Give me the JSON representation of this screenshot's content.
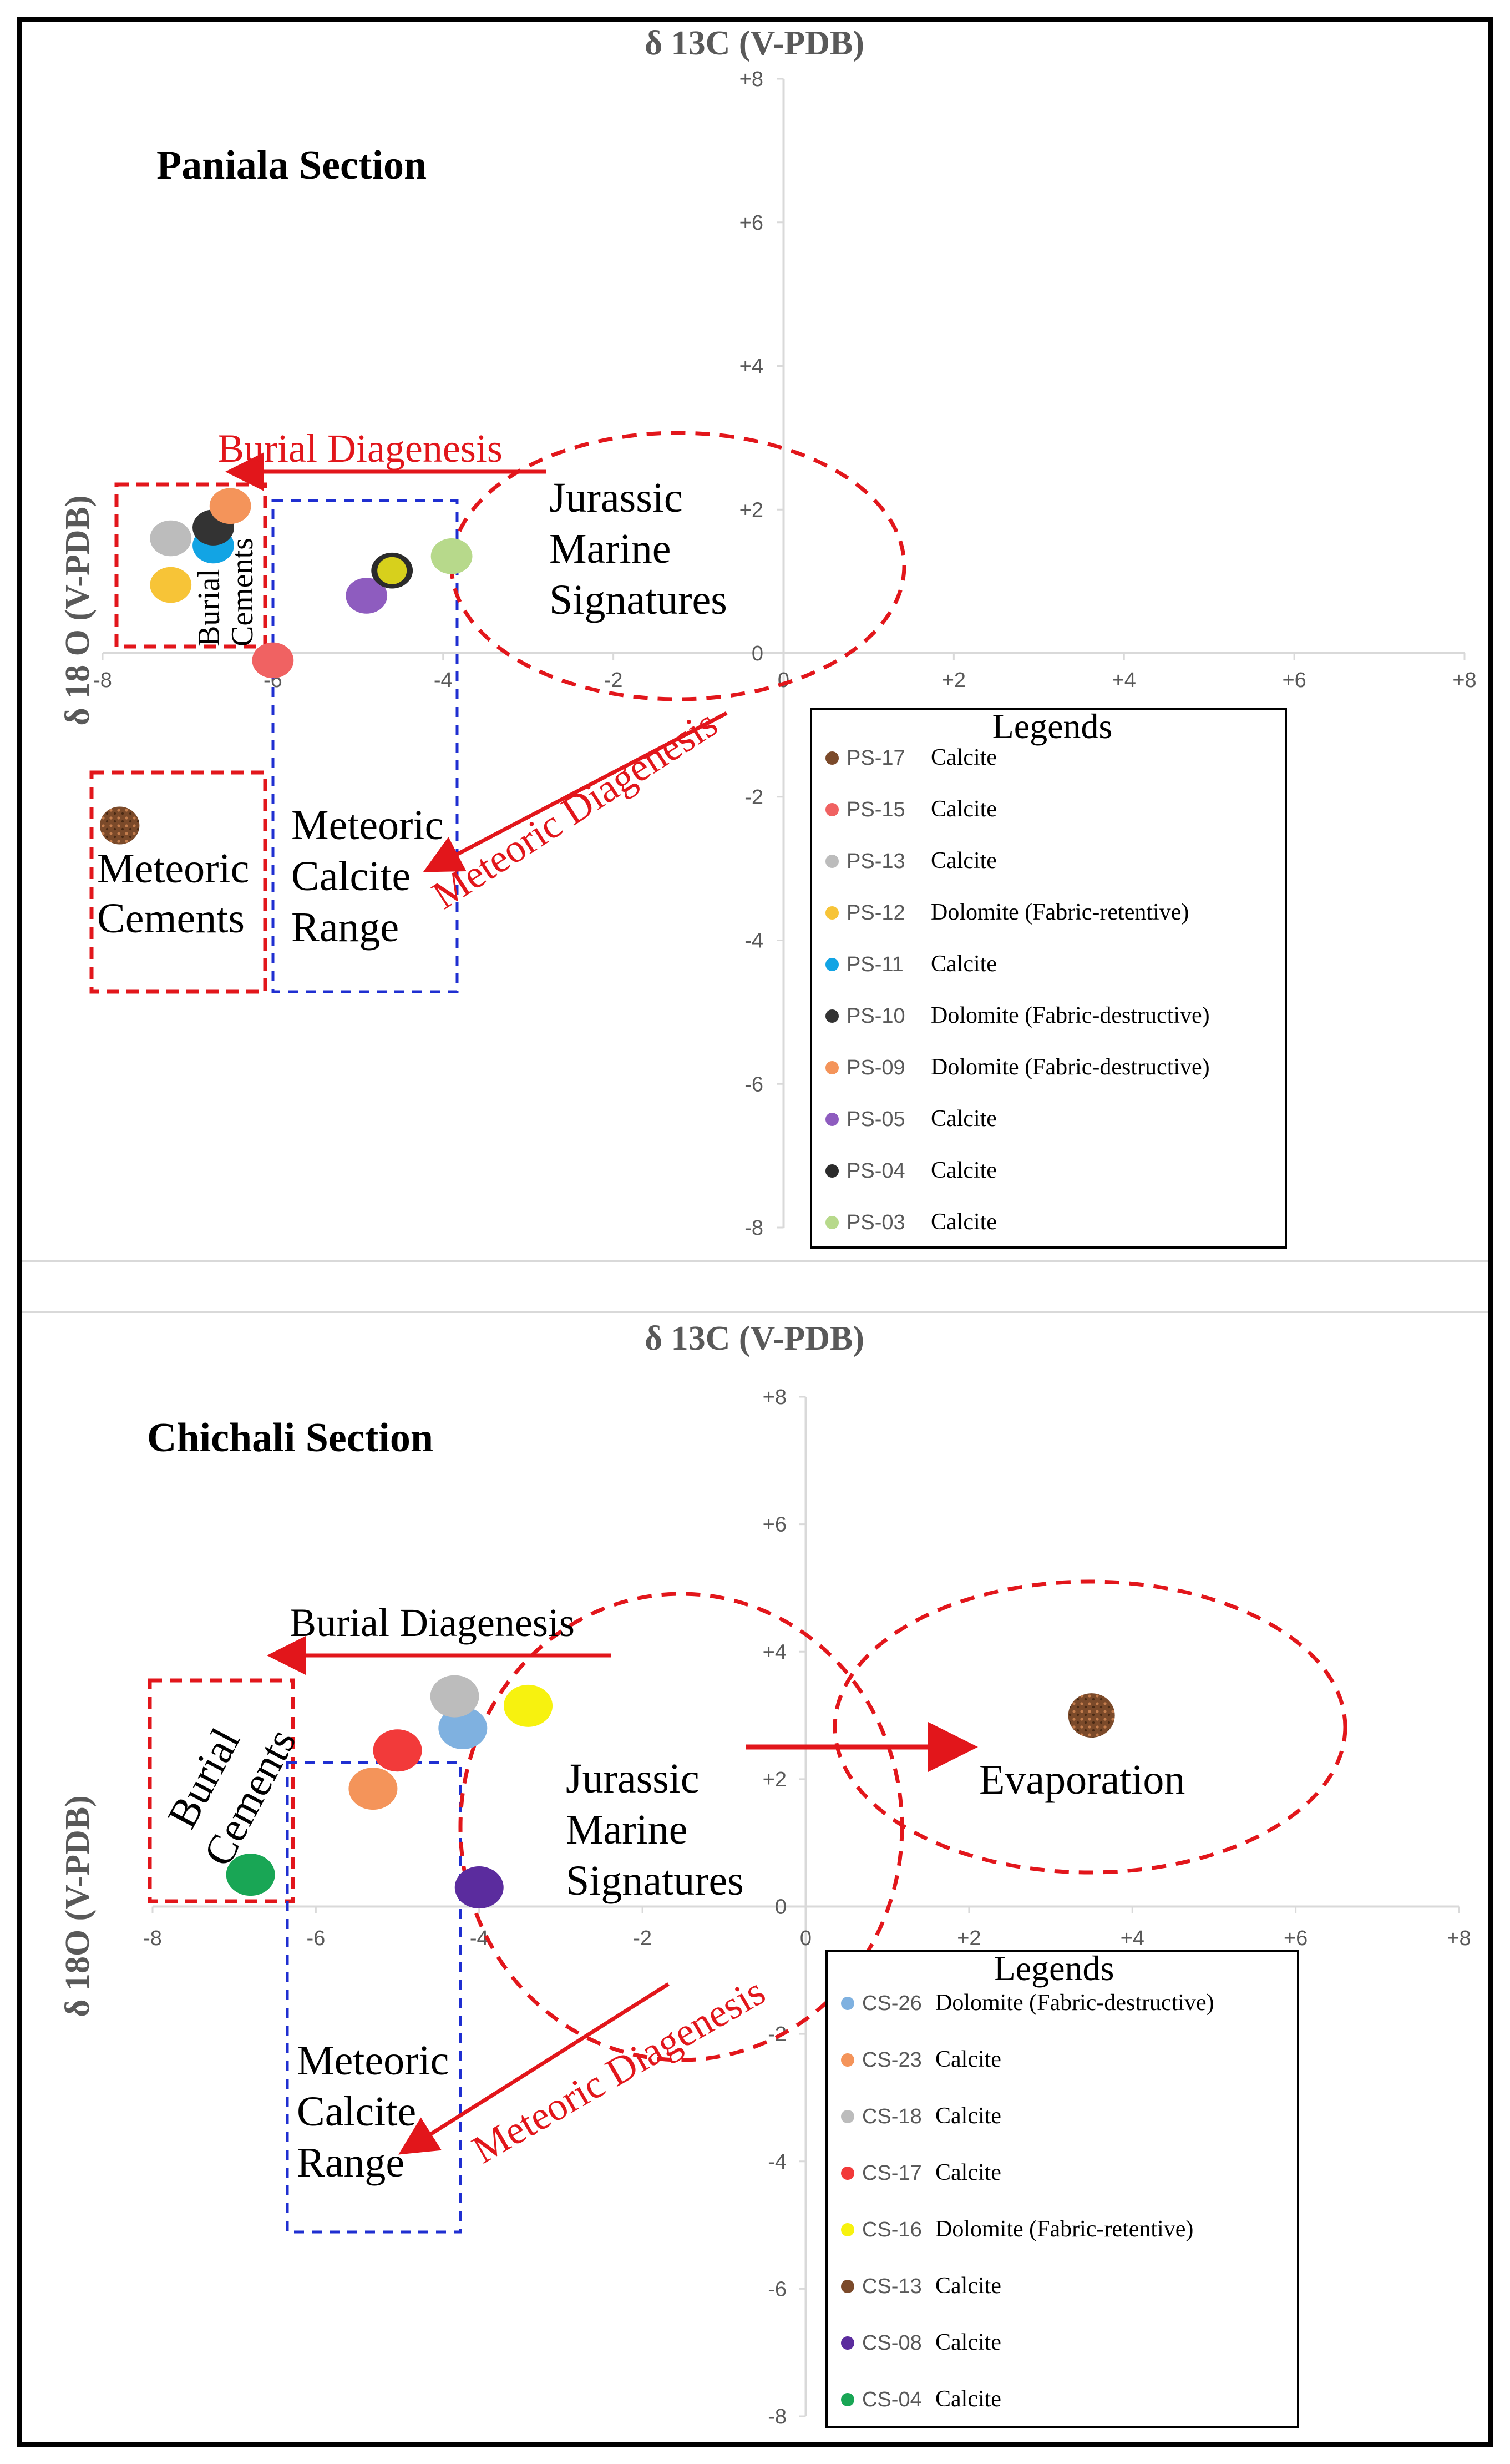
{
  "colors": {
    "red": "#e2161b",
    "blue": "#1f2fd1",
    "axis": "#d9d9d9",
    "tick": "#595959"
  },
  "chart_data": [
    {
      "type": "scatter",
      "title": "Paniala Section",
      "xlabel": "δ 13C (V-PDB)",
      "ylabel": "δ 18 O (V-PDB)",
      "xlim": [
        -8,
        8
      ],
      "ylim": [
        -8,
        8
      ],
      "x_ticks": [
        "-8",
        "-6",
        "-4",
        "-2",
        "0",
        "+2",
        "+4",
        "+6",
        "+8"
      ],
      "y_ticks": [
        "+8",
        "+6",
        "+4",
        "+2",
        "0",
        "-2",
        "-4",
        "-6",
        "-8"
      ],
      "legend_title": "Legends",
      "series": [
        {
          "id": "PS-17",
          "desc": "Calcite",
          "color": "#7b4a2a",
          "x": -7.8,
          "y": -2.4
        },
        {
          "id": "PS-15",
          "desc": "Calcite",
          "color": "#f06262",
          "x": -6.0,
          "y": -0.1
        },
        {
          "id": "PS-13",
          "desc": "Calcite",
          "color": "#bcbcbc",
          "x": -7.2,
          "y": 1.6
        },
        {
          "id": "PS-12",
          "desc": "Dolomite (Fabric-retentive)",
          "color": "#f7c437",
          "x": -7.2,
          "y": 0.95
        },
        {
          "id": "PS-11",
          "desc": "Calcite",
          "color": "#12a4e4",
          "x": -6.7,
          "y": 1.5
        },
        {
          "id": "PS-10",
          "desc": "Dolomite (Fabric-destructive)",
          "color": "#333333",
          "x": -6.7,
          "y": 1.75
        },
        {
          "id": "PS-09",
          "desc": "Dolomite (Fabric-destructive)",
          "color": "#f4945a",
          "x": -6.5,
          "y": 2.05
        },
        {
          "id": "PS-05",
          "desc": "Calcite",
          "color": "#8e5cbf",
          "x": -4.9,
          "y": 0.8
        },
        {
          "id": "PS-04",
          "desc": "Calcite",
          "color": "#2b2b2b",
          "x": -4.6,
          "y": 1.15
        },
        {
          "id": "PS-03",
          "desc": "Calcite",
          "color": "#b7d98b",
          "x": -3.9,
          "y": 1.35
        }
      ],
      "extra_points": [
        {
          "x": -4.6,
          "y": 1.15,
          "color": "#d7d01c"
        }
      ],
      "annotations": {
        "burial_diagenesis": "Burial Diagenesis",
        "meteoric_diagenesis": "Meteoric Diagenesis",
        "jurassic_1": "Jurassic",
        "jurassic_2": "Marine",
        "jurassic_3": "Signatures",
        "burial_cements_1": "Burial",
        "burial_cements_2": "Cements",
        "meteoric_cements_1": "Meteoric",
        "meteoric_cements_2": "Cements",
        "meteoric_range_1": "Meteoric",
        "meteoric_range_2": "Calcite",
        "meteoric_range_3": "Range"
      }
    },
    {
      "type": "scatter",
      "title": "Chichali Section",
      "xlabel": "δ 13C (V-PDB)",
      "ylabel": "δ 18O (V-PDB)",
      "xlim": [
        -8,
        8
      ],
      "ylim": [
        -8,
        8
      ],
      "x_ticks": [
        "-8",
        "-6",
        "-4",
        "-2",
        "0",
        "+2",
        "+4",
        "+6",
        "+8"
      ],
      "y_ticks": [
        "+8",
        "+6",
        "+4",
        "+2",
        "0",
        "-2",
        "-4",
        "-6",
        "-8"
      ],
      "legend_title": "Legends",
      "series": [
        {
          "id": "CS-26",
          "desc": "Dolomite (Fabric-destructive)",
          "color": "#7fb1e0",
          "x": -4.2,
          "y": 2.8
        },
        {
          "id": "CS-23",
          "desc": "Calcite",
          "color": "#f4945a",
          "x": -5.3,
          "y": 1.85
        },
        {
          "id": "CS-18",
          "desc": "Calcite",
          "color": "#bcbcbc",
          "x": -4.3,
          "y": 3.3
        },
        {
          "id": "CS-17",
          "desc": "Calcite",
          "color": "#f23a3a",
          "x": -5.0,
          "y": 2.45
        },
        {
          "id": "CS-16",
          "desc": "Dolomite (Fabric-retentive)",
          "color": "#f7f20f",
          "x": -3.4,
          "y": 3.15
        },
        {
          "id": "CS-13",
          "desc": "Calcite",
          "color": "#7b4a2a",
          "x": 3.5,
          "y": 3.0
        },
        {
          "id": "CS-08",
          "desc": "Calcite",
          "color": "#5b2c9e",
          "x": -4.0,
          "y": 0.3
        },
        {
          "id": "CS-04",
          "desc": "Calcite",
          "color": "#19a655",
          "x": -6.8,
          "y": 0.5
        }
      ],
      "annotations": {
        "burial_diagenesis": "Burial Diagenesis",
        "meteoric_diagenesis": "Meteoric Diagenesis",
        "jurassic_1": "Jurassic",
        "jurassic_2": "Marine",
        "jurassic_3": "Signatures",
        "burial_cements_1": "Burial",
        "burial_cements_2": "Cements",
        "meteoric_range_1": "Meteoric",
        "meteoric_range_2": "Calcite",
        "meteoric_range_3": "Range",
        "evaporation": "Evaporation"
      }
    }
  ]
}
